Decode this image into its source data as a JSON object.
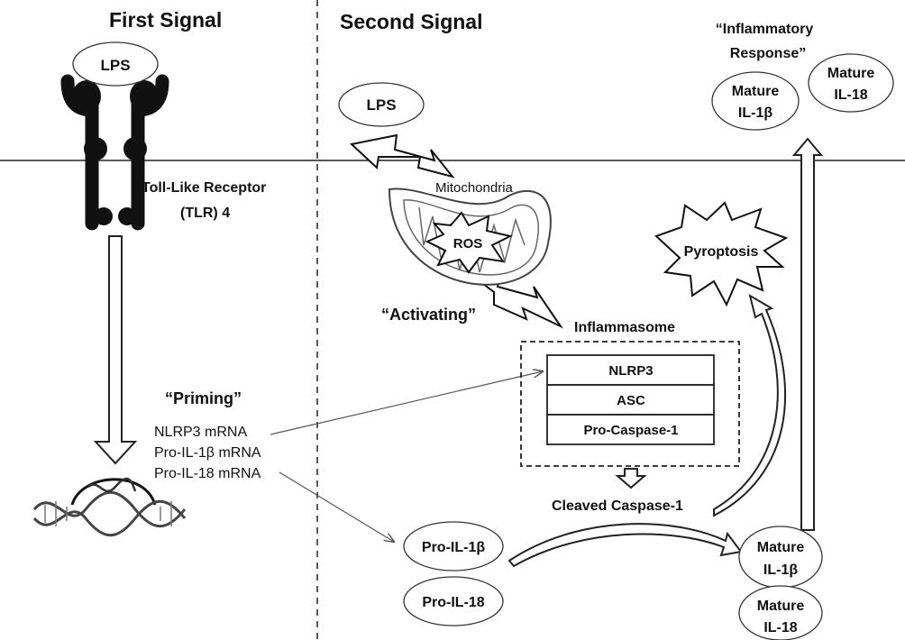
{
  "headers": {
    "first_signal": "First Signal",
    "second_signal": "Second Signal"
  },
  "first_signal": {
    "ligand": "LPS",
    "receptor_line1": "Toll-Like Receptor",
    "receptor_line2": "(TLR) 4",
    "priming_label": "“Priming”",
    "mrna": [
      "NLRP3 mRNA",
      "Pro-IL-1β mRNA",
      "Pro-IL-18 mRNA"
    ]
  },
  "second_signal": {
    "ligand": "LPS",
    "mitochondria": "Mitochondria",
    "ros": "ROS",
    "activating_label": "“Activating”",
    "inflammasome_title": "Inflammasome",
    "inflammasome_components": [
      "NLRP3",
      "ASC",
      "Pro-Caspase-1"
    ],
    "cleaved_caspase": "Cleaved Caspase-1",
    "pyroptosis": "Pyroptosis",
    "pro_il1b": "Pro-IL-1β",
    "pro_il18": "Pro-IL-18",
    "mature_il1b": [
      "Mature",
      "IL-1β"
    ],
    "mature_il18": [
      "Mature",
      "IL-18"
    ],
    "response_label": [
      "“Inflammatory",
      "Response”"
    ],
    "secreted_il1b": [
      "Mature",
      "IL-1β"
    ],
    "secreted_il18": [
      "Mature",
      "IL-18"
    ]
  }
}
